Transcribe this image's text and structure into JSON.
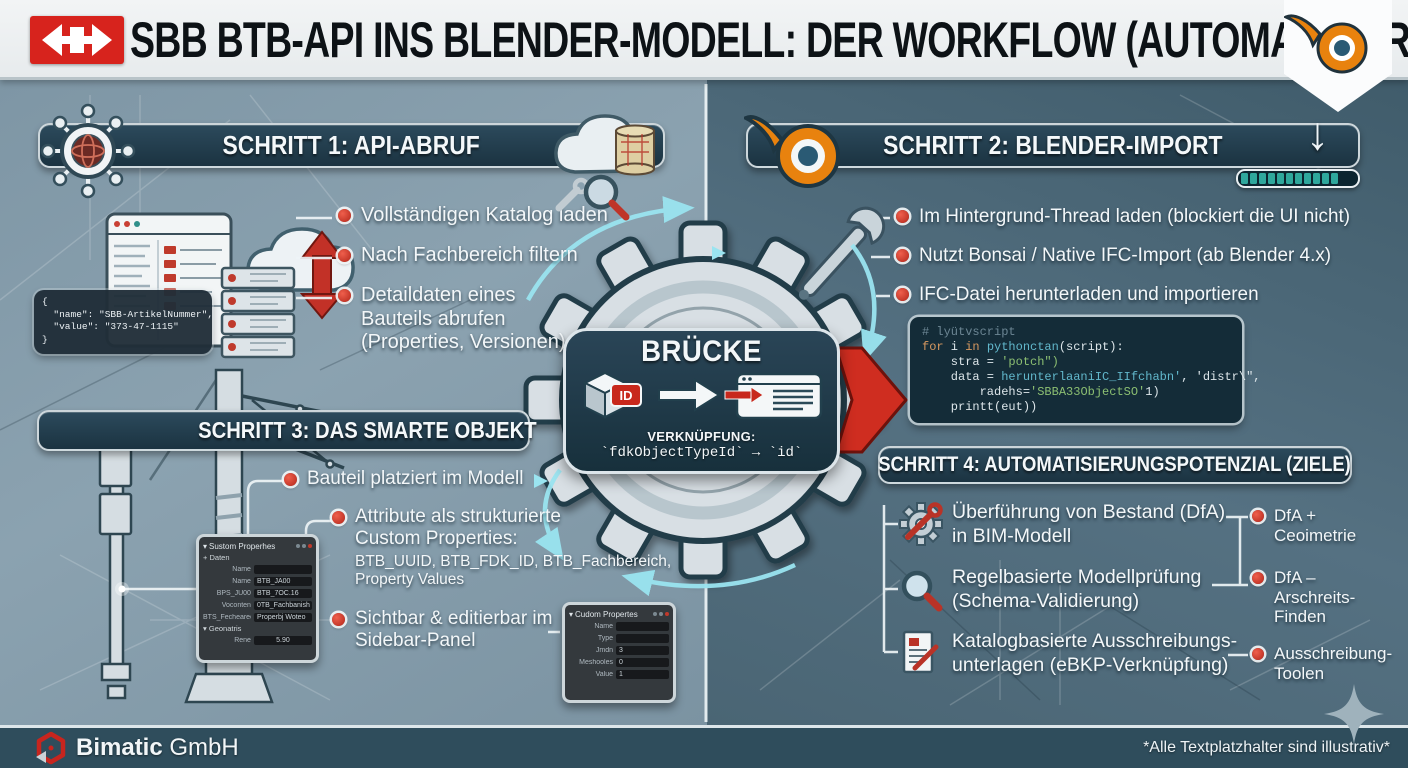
{
  "header": {
    "title": "SBB BTB-API INS BLENDER-MODELL: DER WORKFLOW (AUTOMATISIERUNG)"
  },
  "icons": {
    "download_arrow": "↓",
    "expander": "▾",
    "plus": "+"
  },
  "step1": {
    "title": "SCHRITT 1: API-ABRUF",
    "bullets": [
      "Vollständigen Katalog laden",
      "Nach Fachbereich filtern",
      "Detaildaten eines\nBauteils abrufen\n(Properties, Versionen)"
    ],
    "json_snippet": "{\n  \"name\": \"SBB-ArtikelNummer\",\n  \"value\": \"373-47-1115\"\n}"
  },
  "step2": {
    "title": "SCHRITT 2: BLENDER-IMPORT",
    "bullets": [
      "Im Hintergrund-Thread laden (blockiert die UI nicht)",
      "Nutzt Bonsai / Native IFC-Import (ab Blender 4.x)",
      "IFC-Datei herunterladen und importieren"
    ],
    "progress": {
      "filled": 11,
      "total": 13
    },
    "code": {
      "l1": "# lyütvscript",
      "l2_kw1": "for",
      "l2_var": " i ",
      "l2_kw2": "in",
      "l2_fn": " pythonctan",
      "l2_rest": "(script):",
      "l3_var": "    stra",
      "l3_eq": " = ",
      "l3_str": "'potch\")",
      "l4_var": "    data",
      "l4_eq": " = ",
      "l4_fn": "herunterlaaniIC_IIfchabn'",
      "l4_sep": ", ",
      "l4_str": "'distr\\\",",
      "l5_arg": "        radehs=",
      "l5_str": "'SBBA33ObjectSO'",
      "l5_end": "1)",
      "l6": "    printt(eut))"
    }
  },
  "step3": {
    "title": "SCHRITT 3: DAS SMARTE OBJEKT",
    "bullet1": "Bauteil platziert im Modell",
    "bullet2_main": "Attribute als strukturierte\nCustom Properties:",
    "bullet2_sub": "BTB_UUID, BTB_FDK_ID, BTB_Fachbereich,\nProperty Values",
    "bullet3": "Sichtbar & editierbar im\nSidebar-Panel",
    "panel_left": {
      "title": "Sustom Properhes",
      "section1": "Daten",
      "rows": [
        {
          "label": "Name",
          "value": ""
        },
        {
          "label": "Name",
          "value": "BTB_JA00"
        },
        {
          "label": "BPS_JU00",
          "value": "BTB_7OC.16"
        },
        {
          "label": "Voconten",
          "value": "0TB_Fachbanish"
        },
        {
          "label": "BTS_Fechearech",
          "value": "Properbj Woteo"
        }
      ],
      "section2": "Geonatris",
      "footer_row": {
        "label": "Rene",
        "value": "5.90"
      }
    },
    "panel_right": {
      "title": "Cudom Propertes",
      "rows": [
        {
          "label": "Name",
          "value": ""
        },
        {
          "label": "Type",
          "value": ""
        },
        {
          "label": "Jmdn",
          "value": "3"
        },
        {
          "label": "Meshooles",
          "value": "0"
        },
        {
          "label": "Value",
          "value": "1"
        }
      ]
    }
  },
  "step4": {
    "title": "SCHRITT 4: AUTOMATISIERUNGSPOTENZIAL (ZIELE)",
    "items": [
      "Überführung von Bestand (DfA)\nin BIM-Modell",
      "Regelbasierte Modellprüfung\n(Schema-Validierung)",
      "Katalogbasierte Ausschreibungs-\nunterlagen (eBKP-Verknüpfung)"
    ],
    "side_labels": [
      "DfA +\nCeoimetrie",
      "DfA –\nArschreits-\nFinden",
      "Ausschreibung-\nToolen"
    ]
  },
  "bridge": {
    "title": "BRÜCKE",
    "id_badge": "ID",
    "link_label": "VERKNÜPFUNG:",
    "mapping": "`fdkObjectTypeId` → `id`"
  },
  "footer": {
    "company_bold": "Bimatic",
    "company_rest": " GmbH",
    "note": "*Alle Textplatzhalter sind illustrativ*"
  },
  "colors": {
    "sbb_red": "#d7231d",
    "blender_orange": "#e8820e",
    "accent_cyan": "#9ae4f0",
    "bar_navy": "#1b3341",
    "progress_teal": "#2fa79c"
  }
}
